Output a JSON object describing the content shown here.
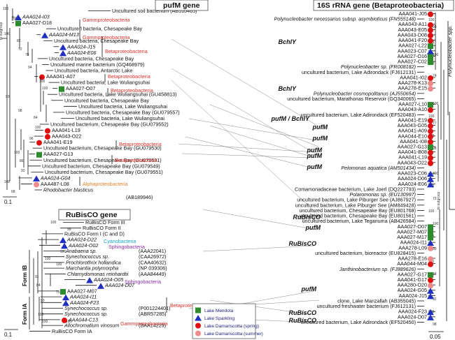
{
  "headers": {
    "pufm": "pufM gene",
    "rrna": "16S rRNA gene (Betaproteobacteria)",
    "rubisco": "RuBisCO gene"
  },
  "colors": {
    "mendota": "#2e8b2e",
    "sparkling": "#1f2fbf",
    "damariscotta_spring": "#e01010",
    "damariscotta_summer": "#f08a8a",
    "beta_label": "#e0332b",
    "alpha_label": "#e8822a",
    "sphingo_label": "#8a2da8",
    "cyano_label": "#19a3c9"
  },
  "pufm_taxa": [
    {
      "text": "Uncultured soil bacterium (AB510465)",
      "style": "",
      "marker": ""
    },
    {
      "text": "AAA024-I03",
      "style": "it",
      "marker": "sparkling"
    },
    {
      "text": "AAA027-D18",
      "style": "",
      "marker": "mendota"
    },
    {
      "text": "Uncultured bacteria, Chesapeake Bay",
      "style": "",
      "marker": ""
    },
    {
      "text": "AAA024-M13",
      "style": "it",
      "marker": "sparkling"
    },
    {
      "text": "Uncultured bacteria, Chesapeake Bay",
      "style": "",
      "marker": ""
    },
    {
      "text": "AAA024-J15",
      "style": "it",
      "marker": "sparkling"
    },
    {
      "text": "AAA024-E06",
      "style": "it",
      "marker": "sparkling"
    },
    {
      "text": "Uncultured bacteria, Chesapeake Bay",
      "style": "",
      "marker": ""
    },
    {
      "text": "Uncultured marine bacterium (GQ468979)",
      "style": "",
      "marker": ""
    },
    {
      "text": "Uncultured bacteria, Antarctic Lake",
      "style": "",
      "marker": ""
    },
    {
      "text": "AAA041-A07",
      "style": "",
      "marker": "spring"
    },
    {
      "text": "Uncultured bacteria, Lake Wuliangsuhai",
      "style": "",
      "marker": ""
    },
    {
      "text": "AAA027-O07",
      "style": "",
      "marker": "mendota"
    },
    {
      "text": "Uncultured bacteria, Lake Wuliangsuhai (GU458813)",
      "style": "",
      "marker": ""
    },
    {
      "text": "Uncultured bacteria, Chesapeake Bay",
      "style": "",
      "marker": ""
    },
    {
      "text": "Uncultured bacteria, Lake Wuliangsuhai",
      "style": "",
      "marker": ""
    },
    {
      "text": "Uncultured bacteria, Chesapeake Bay (GU079557)",
      "style": "",
      "marker": ""
    },
    {
      "text": "Uncultured bacteria, Lake Wuliangsuhai",
      "style": "",
      "marker": ""
    },
    {
      "text": "Uncultured bacterium, Chesapeake Bay (GU079552)",
      "style": "",
      "marker": ""
    },
    {
      "text": "AAA041-L19",
      "style": "",
      "marker": "spring"
    },
    {
      "text": "AAA043-O22",
      "style": "",
      "marker": "spring"
    },
    {
      "text": "AAA041-E19",
      "style": "",
      "marker": "spring"
    },
    {
      "text": "Uncultured bacterium, Chesapeake Bay (GU079530)",
      "style": "",
      "marker": ""
    },
    {
      "text": "AAA027-G13",
      "style": "",
      "marker": "mendota"
    },
    {
      "text": "Uncultured bacterium, Chesapeake Bay (GU079531)",
      "style": "",
      "marker": ""
    },
    {
      "text": "Uncultured bacterium, Chesapeake Bay (GU079549)",
      "style": "",
      "marker": ""
    },
    {
      "text": "Uncultured bacterium, Chesapeake Bay (GU079551)",
      "style": "",
      "marker": ""
    },
    {
      "text": "AAA024-G04",
      "style": "it",
      "marker": "sparkling"
    },
    {
      "text": "AAA487-L08",
      "style": "",
      "marker": "summer"
    },
    {
      "text": "Rhodobacter blasticus",
      "style": "it",
      "marker": ""
    }
  ],
  "pufm_group_labels": [
    {
      "text": "Gammproteobacteria",
      "cls": "red"
    },
    {
      "text": "Gammproteobacteria",
      "cls": "red"
    },
    {
      "text": "Betaproteobacteria",
      "cls": "red"
    },
    {
      "text": "Betaproteobacteria",
      "cls": "pink"
    },
    {
      "text": "Betaproteobacteria",
      "cls": "red"
    },
    {
      "text": "Betaproteobacteria",
      "cls": "red"
    },
    {
      "text": "Betaproteobacteria",
      "cls": "pink"
    },
    {
      "text": "Alphaproteobacteria",
      "cls": "orange"
    }
  ],
  "pufm_extra": {
    "rhodo_acc": "(AB189946)",
    "scale": "0.1",
    "outgroup": "to outgroup"
  },
  "rubisco_taxa": [
    {
      "text": "RuBisCO Form III",
      "style": "",
      "marker": ""
    },
    {
      "text": "RuBisCO Form II",
      "style": "",
      "marker": ""
    },
    {
      "text": "RuBisCO Form I (C and D)",
      "style": "",
      "marker": ""
    },
    {
      "text": "AAA024-D22",
      "style": "it",
      "marker": "sparkling"
    },
    {
      "text": "AAA024-O02",
      "style": "it",
      "marker": "sparkling"
    },
    {
      "text": "Anabaena sp.",
      "style": "it",
      "marker": "",
      "acc": "(AAA22041)"
    },
    {
      "text": "Synechococcus sp.",
      "style": "it",
      "marker": "",
      "acc": "(CAA26972)"
    },
    {
      "text": "Prochlorothrix hollandica",
      "style": "it",
      "marker": "",
      "acc": "(CAA40632)"
    },
    {
      "text": "Marchantia polymorpha",
      "style": "it",
      "marker": "",
      "acc": "(NP 039306)"
    },
    {
      "text": "Chlamydomonas reinhardtii",
      "style": "it",
      "marker": "",
      "acc": "(AAA84449)"
    },
    {
      "text": "AAA024-O05",
      "style": "it",
      "marker": "sparkling"
    },
    {
      "text": "AAA024-D07",
      "style": "it",
      "marker": "sparkling"
    },
    {
      "text": "AAA027-M07",
      "style": "",
      "marker": "mendota"
    },
    {
      "text": "AAA024-I11",
      "style": "it",
      "marker": "sparkling"
    },
    {
      "text": "AAA024-F23",
      "style": "it",
      "marker": "sparkling"
    },
    {
      "text": "Synechococcus sp.",
      "style": "it",
      "marker": "",
      "acc": "(P001224401)"
    },
    {
      "text": "Synechococcus sp.",
      "style": "it",
      "marker": "",
      "acc": "(ABR57285)"
    },
    {
      "text": "AAA044-C13",
      "style": "it",
      "marker": "spring"
    },
    {
      "text": "Allochromatium vinosum",
      "style": "it",
      "marker": "",
      "acc": "(BAA14229)"
    },
    {
      "text": "RuBisCO Form IA",
      "style": "",
      "marker": ""
    }
  ],
  "rubisco_group_labels": [
    {
      "text": "Cyanobacteria",
      "cls": "cyan"
    },
    {
      "text": "Sphingobacteria",
      "cls": "purple"
    },
    {
      "text": "Sphingobacteria",
      "cls": "purple"
    },
    {
      "text": "Betaproteobacteria",
      "cls": "red"
    },
    {
      "text": "Gammproteobacteria",
      "cls": "red"
    }
  ],
  "rubisco_extra": {
    "form_ib": "Form IB",
    "form_ia": "Form IA",
    "scale": "0.1"
  },
  "rrna_taxa": [
    {
      "text": "AAA041-J05",
      "marker": "spring"
    },
    {
      "text": "Polynucleobacter necessarius subsp. asymbioticus (FN555148)",
      "marker": "",
      "style": "it"
    },
    {
      "text": "AAA043-A11",
      "marker": "spring"
    },
    {
      "text": "AAA043-E05",
      "marker": "spring"
    },
    {
      "text": "AAA043-D08",
      "marker": "spring"
    },
    {
      "text": "AAA041-F20",
      "marker": "spring"
    },
    {
      "text": "AAA027-L22",
      "marker": "mendota"
    },
    {
      "text": "AAA023-C07",
      "marker": "sparkling"
    },
    {
      "text": "AAA027-O16",
      "marker": "mendota"
    },
    {
      "text": "AAA027-C02",
      "marker": "mendota"
    },
    {
      "text": "Polynucleobacter sp. (FR008182)",
      "marker": "",
      "style": "it"
    },
    {
      "text": "uncultured bacterium, Lake Adirondack (FJ612131)",
      "marker": ""
    },
    {
      "text": "AAA041-I02",
      "marker": "spring"
    },
    {
      "text": "AAA278-K13",
      "marker": "summer"
    },
    {
      "text": "AAA278-E15",
      "marker": "summer"
    },
    {
      "text": "Polynucleobacter cosmopolitanus (AJ550654)",
      "marker": "",
      "style": "it"
    },
    {
      "text": "uncultured bacterium, Marathonas Reservoir (GQ340065)",
      "marker": ""
    },
    {
      "text": "AAA027-L10",
      "marker": "mendota"
    },
    {
      "text": "AAA043-A10",
      "marker": "spring"
    },
    {
      "text": "uncultured bacterium, Lake Adirondack (EF520483)",
      "marker": ""
    },
    {
      "text": "AAA041-E19",
      "marker": "spring"
    },
    {
      "text": "AAA043-G05",
      "marker": "spring"
    },
    {
      "text": "AAA041-A09",
      "marker": "spring"
    },
    {
      "text": "AAA044-E10",
      "marker": "spring"
    },
    {
      "text": "AAA041-I08",
      "marker": "spring"
    },
    {
      "text": "AAA027-G13",
      "marker": "mendota"
    },
    {
      "text": "AAA041-B08",
      "marker": "spring"
    },
    {
      "text": "AAA041-L19",
      "marker": "spring"
    },
    {
      "text": "AAA043-O22",
      "marker": "spring"
    },
    {
      "text": "Pelomonas aquatica (AM501434)",
      "marker": "",
      "style": "it"
    },
    {
      "text": "AAA023-C06",
      "marker": "sparkling"
    },
    {
      "text": "AAA024-D06",
      "marker": "sparkling"
    },
    {
      "text": "AAA024-E06",
      "marker": "sparkling"
    },
    {
      "text": "Comamonadaceae bacterium, Lake Joerl (DQ227793)",
      "marker": ""
    },
    {
      "text": "Polaromonas sp. (EU130997)",
      "marker": "",
      "style": "it"
    },
    {
      "text": "uncultured bacterium, Lake Piburger See (AJ867927)",
      "marker": ""
    },
    {
      "text": "uncultured bacterium, Lake Piburger See (AM849428)",
      "marker": ""
    },
    {
      "text": "uncultured bacterium, Chesapeake Bay (EU801768)",
      "marker": ""
    },
    {
      "text": "uncultured bacterium, Chesapeake Bay (EU801561)",
      "marker": ""
    },
    {
      "text": "uncultured bacterium, Lake Teganuma (AB426584)",
      "marker": ""
    },
    {
      "text": "AAA027-O07",
      "marker": "mendota"
    },
    {
      "text": "AAA027-M07",
      "marker": "mendota"
    },
    {
      "text": "AAA027-M17",
      "marker": "mendota"
    },
    {
      "text": "AAA024-I11",
      "marker": "sparkling"
    },
    {
      "text": "AAA278-L09",
      "marker": "summer"
    },
    {
      "text": "uncultured bacterium, bioreactor (EU828415)",
      "marker": ""
    },
    {
      "text": "AAA278-E16",
      "marker": "summer"
    },
    {
      "text": "AAA044-M04",
      "marker": "spring"
    },
    {
      "text": "Janthinobacterium sp. (FJ889626)",
      "marker": "",
      "style": "it"
    },
    {
      "text": "AAA027-G17",
      "marker": "mendota"
    },
    {
      "text": "AAA041-G17",
      "marker": "spring"
    },
    {
      "text": "AAA280-O20",
      "marker": "summer"
    },
    {
      "text": "AAA024-G05",
      "marker": "sparkling"
    },
    {
      "text": "AAA024-J15",
      "marker": "sparkling"
    },
    {
      "text": "clone, Lake Manzallah (AB355045)",
      "marker": ""
    },
    {
      "text": "uncultured freshwater bacterium (FJ612131)",
      "marker": ""
    },
    {
      "text": "AAA024-F23",
      "marker": "sparkling"
    },
    {
      "text": "AAA024-D07",
      "marker": "sparkling"
    },
    {
      "text": "uncultured bacterium, Lake Adirondack (EF520450)",
      "marker": ""
    }
  ],
  "rrna_marks": [
    {
      "text": "BchlY"
    },
    {
      "text": "BchlY"
    },
    {
      "text": "pufM / BchlY"
    },
    {
      "text": "pufM"
    },
    {
      "text": "pufM"
    },
    {
      "text": "pufM"
    },
    {
      "text": "pufM"
    },
    {
      "text": "pufM"
    },
    {
      "text": "RuBisCO"
    },
    {
      "text": "pufM"
    },
    {
      "text": "RuBisCO"
    },
    {
      "text": "pufM"
    },
    {
      "text": "RuBisCO"
    },
    {
      "text": "RuBisCO"
    }
  ],
  "rrna_extra": {
    "polyspp": "Polynucleobacter spp.",
    "scale": "0.05",
    "outgroup": "to outgroup"
  },
  "legend": [
    {
      "text": "Lake Mendota",
      "marker": "mendota"
    },
    {
      "text": "Lake Sparkling",
      "marker": "sparkling"
    },
    {
      "text": "Lake Damariscotta (spring)",
      "marker": "spring"
    },
    {
      "text": "Lake Damariscotta (summer)",
      "marker": "summer"
    }
  ],
  "bootstrap": [
    "100",
    "100",
    "100",
    "82",
    "72",
    "78",
    "94",
    "100",
    "100",
    "90",
    "98",
    "84",
    "100",
    "96",
    "100",
    "86",
    "92",
    "100",
    "68",
    "100",
    "99",
    "100",
    "100",
    "100",
    "91",
    "84",
    "73",
    "90",
    "100",
    "100",
    "100",
    "100",
    "88",
    "100",
    "100",
    "100",
    "74",
    "93",
    "100",
    "100",
    "77",
    "100",
    "98",
    "86",
    "100",
    "100",
    "73",
    "100",
    "100",
    "100",
    "80",
    "100",
    "84",
    "98",
    "92",
    "100",
    "98",
    "100",
    "98",
    "100",
    "100",
    "100",
    "96",
    "55",
    "94",
    "94",
    "100",
    "84",
    "85",
    "99",
    "94",
    "65",
    "100",
    "100",
    "100",
    "81",
    "100",
    "100",
    "100",
    "100",
    "100",
    "98",
    "100",
    "76"
  ]
}
